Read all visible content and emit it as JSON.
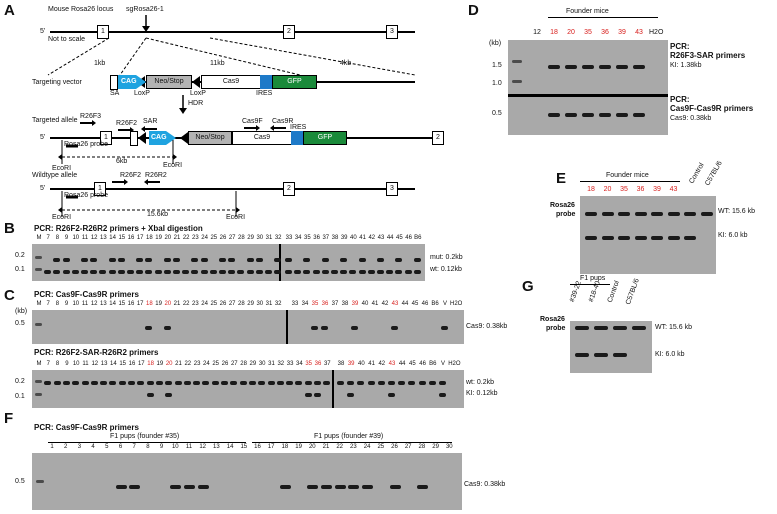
{
  "panels": {
    "A": "A",
    "B": "B",
    "C": "C",
    "D": "D",
    "E": "E",
    "F": "F",
    "G": "G"
  },
  "panelA": {
    "locus_title": "Mouse Rosa26 locus",
    "not_to_scale": "Not to scale",
    "sgrna": "sgRosa26-1",
    "five_prime": "5'",
    "exons": [
      "1",
      "2",
      "3"
    ],
    "size_1kb": "1kb",
    "size_11kb": "11kb",
    "size_4kb": "4kb",
    "targeting_vector": "Targeting vector",
    "cag": "CAG",
    "neostop": "Neo/Stop",
    "cas9": "Cas9",
    "gfp": "GFP",
    "sa": "SA",
    "loxp1": "LoxP",
    "loxp2": "LoxP",
    "ires": "IRES",
    "hdr": "HDR",
    "targeted_allele": "Targeted allele",
    "r26f3": "R26F3",
    "r26f2": "R26F2",
    "sar": "SAR",
    "cas9f": "Cas9F",
    "cas9r": "Cas9R",
    "ires2": "IRES",
    "probe": "Rosa26 probe",
    "ecori": "EcoRI",
    "size_6kb": "6kb",
    "wildtype_allele": "Wildtype allele",
    "r26f2b": "R26F2",
    "r26r2": "R26R2",
    "size_15kb": "15.6kb"
  },
  "panelB": {
    "title": "PCR: R26F2-R26R2 primers + XbaI digestion",
    "lanes_left": [
      "M",
      "7",
      "8",
      "9",
      "10",
      "11",
      "12",
      "13",
      "14",
      "15",
      "16",
      "17",
      "18",
      "19",
      "20",
      "21",
      "22",
      "23",
      "24",
      "25",
      "26",
      "27",
      "28",
      "29",
      "30",
      "31",
      "32"
    ],
    "lanes_right": [
      "33",
      "34",
      "35",
      "36",
      "37",
      "38",
      "39",
      "40",
      "41",
      "42",
      "43",
      "44",
      "45",
      "46",
      "B6"
    ],
    "ticks": [
      "0.2",
      "0.1"
    ],
    "mut": "mut: 0.2kb",
    "wt": "wt: 0.12kb"
  },
  "panelC": {
    "title1": "PCR: Cas9F-Cas9R primers",
    "kb": "(kb)",
    "lanes_left": [
      "M",
      "7",
      "8",
      "9",
      "10",
      "11",
      "12",
      "13",
      "14",
      "15",
      "16",
      "17",
      "18",
      "19",
      "20",
      "21",
      "22",
      "23",
      "24",
      "25",
      "26",
      "27",
      "28",
      "29",
      "30",
      "31",
      "32"
    ],
    "lanes_right": [
      "33",
      "34",
      "35",
      "36",
      "37",
      "38",
      "39",
      "40",
      "41",
      "42",
      "43",
      "44",
      "45",
      "46",
      "B6",
      "V",
      "H2O"
    ],
    "tick1": "0.5",
    "cas9": "Cas9: 0.38kb",
    "title2": "PCR: R26F2-SAR-R26R2 primers",
    "lanes2_left": [
      "M",
      "7",
      "8",
      "9",
      "10",
      "11",
      "12",
      "13",
      "14",
      "15",
      "16",
      "17",
      "18",
      "19",
      "20",
      "21",
      "22",
      "23",
      "24",
      "25",
      "26",
      "27",
      "28",
      "29",
      "30",
      "31",
      "32",
      "33",
      "34",
      "35",
      "36",
      "37"
    ],
    "lanes2_right": [
      "38",
      "39",
      "40",
      "41",
      "42",
      "43",
      "44",
      "45",
      "46",
      "B6",
      "V",
      "H2O"
    ],
    "ticks2": [
      "0.2",
      "0.1"
    ],
    "wt": "wt: 0.2kb",
    "ki": "KI: 0.12kb"
  },
  "panelD": {
    "founder": "Founder mice",
    "lanes": [
      "12",
      "18",
      "20",
      "35",
      "36",
      "39",
      "43",
      "H2O"
    ],
    "kb": "(kb)",
    "ticks_top": [
      "1.5",
      "1.0"
    ],
    "ticks_bottom": [
      "0.5"
    ],
    "pcr1a": "PCR:",
    "pcr1b": "R26F3-SAR primers",
    "ki": "KI: 1.38kb",
    "pcr2a": "PCR:",
    "pcr2b": "Cas9F-Cas9R primers",
    "cas9": "Cas9: 0.38kb"
  },
  "panelE": {
    "founder": "Founder mice",
    "lanes": [
      "18",
      "20",
      "35",
      "36",
      "39",
      "43",
      "Control",
      "C57BL/6"
    ],
    "probe1": "Rosa26",
    "probe2": "probe",
    "wt": "WT: 15.6 kb",
    "ki": "KI: 6.0 kb"
  },
  "panelF": {
    "title": "PCR: Cas9F-Cas9R primers",
    "f35": "F1 pups (founder #35)",
    "f39": "F1 pups (founder #39)",
    "lanes": [
      "1",
      "2",
      "3",
      "4",
      "5",
      "6",
      "7",
      "8",
      "9",
      "10",
      "11",
      "12",
      "13",
      "14",
      "15",
      "16",
      "17",
      "18",
      "19",
      "20",
      "21",
      "22",
      "23",
      "24",
      "25",
      "26",
      "27",
      "28",
      "29",
      "30"
    ],
    "tick": "0.5",
    "cas9": "Cas9: 0.38kb"
  },
  "panelG": {
    "f1": "F1 pups",
    "lanes": [
      "#39-22",
      "#18-40",
      "Control",
      "C57BL/6"
    ],
    "probe1": "Rosa26",
    "probe2": "probe",
    "wt": "WT: 15.6 kb",
    "ki": "KI: 6.0 kb"
  },
  "colors": {
    "cag": "#1fa3e0",
    "gfp": "#1a8a3a",
    "ires": "#1e7ac8",
    "neo": "#b3b3b3",
    "red": "#d8201e",
    "gel": "#a9a9a9"
  }
}
